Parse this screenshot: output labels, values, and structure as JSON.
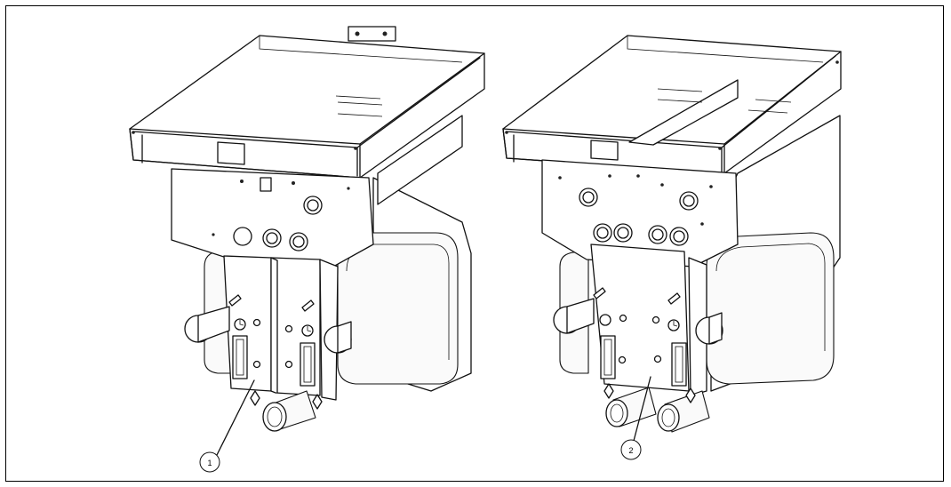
{
  "figure": {
    "callouts": [
      {
        "id": "callout-1",
        "label": "1"
      },
      {
        "id": "callout-2",
        "label": "2"
      }
    ]
  },
  "colors": {
    "line": "#111111",
    "background": "#ffffff"
  }
}
